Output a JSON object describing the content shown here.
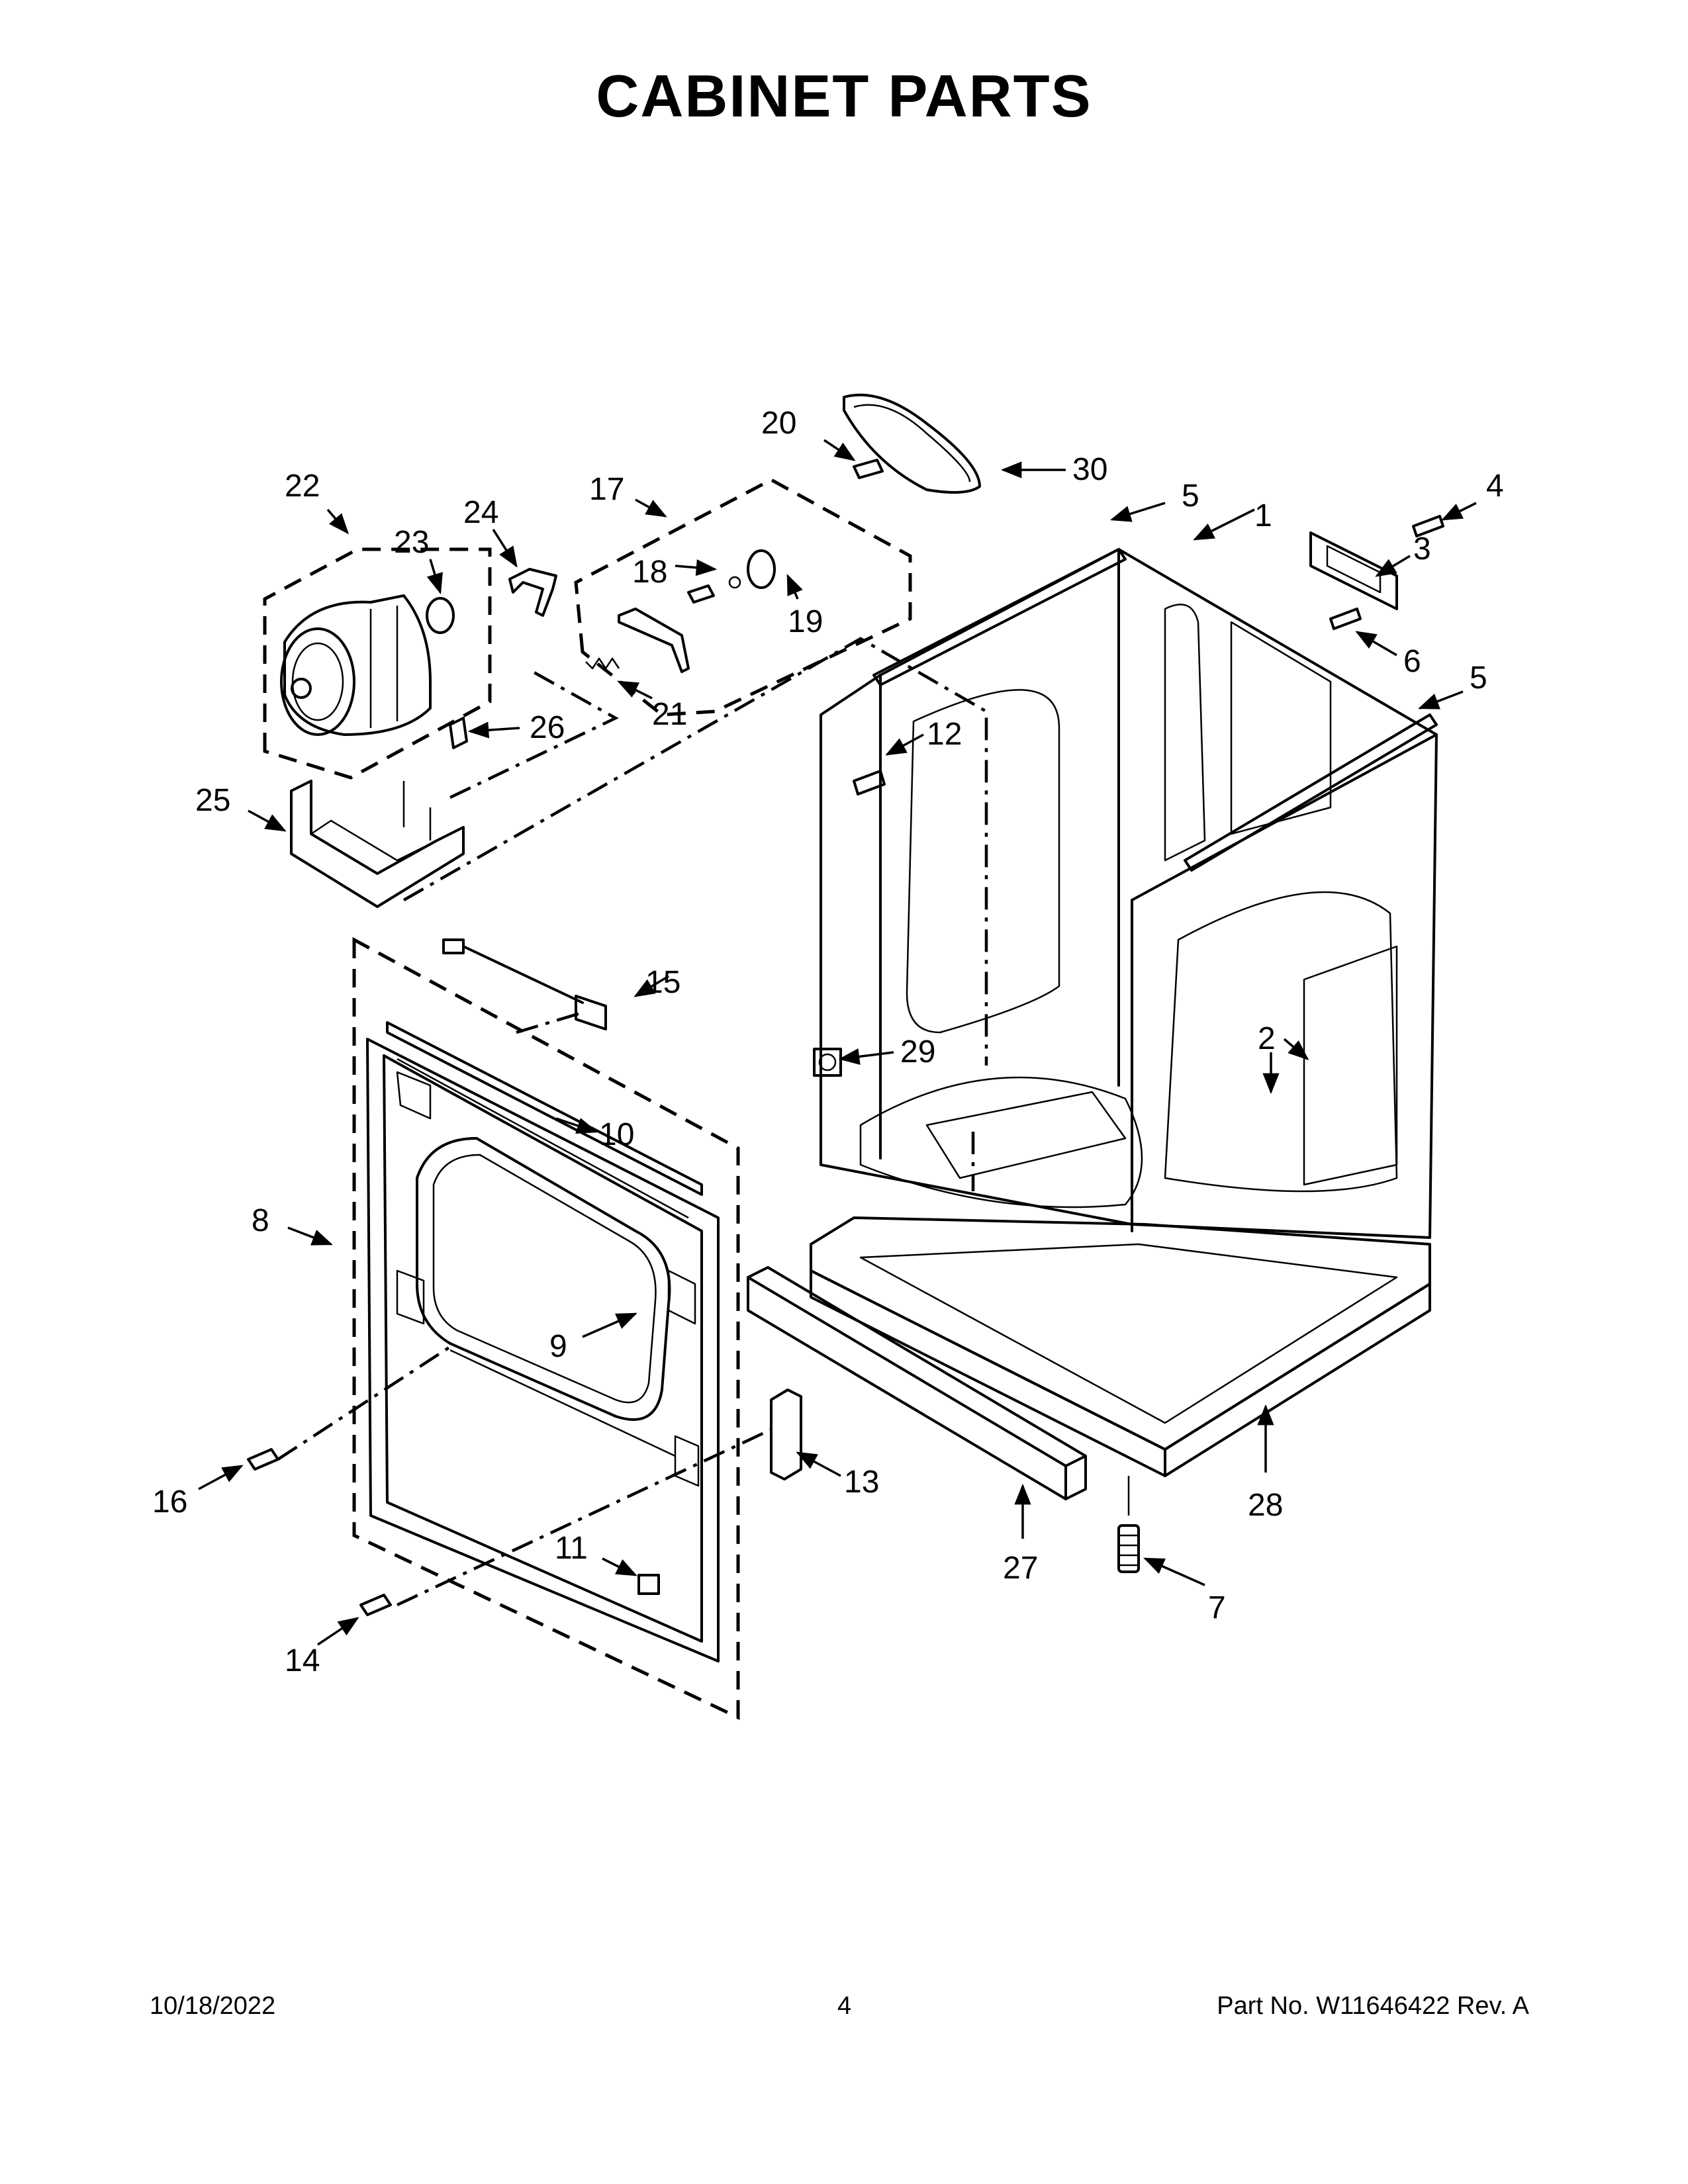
{
  "header": {
    "title": "CABINET PARTS"
  },
  "callouts": [
    {
      "id": "c1",
      "label": "1"
    },
    {
      "id": "c2",
      "label": "2"
    },
    {
      "id": "c3",
      "label": "3"
    },
    {
      "id": "c4",
      "label": "4"
    },
    {
      "id": "c5a",
      "label": "5"
    },
    {
      "id": "c5b",
      "label": "5"
    },
    {
      "id": "c6",
      "label": "6"
    },
    {
      "id": "c7",
      "label": "7"
    },
    {
      "id": "c8",
      "label": "8"
    },
    {
      "id": "c9",
      "label": "9"
    },
    {
      "id": "c10",
      "label": "10"
    },
    {
      "id": "c11",
      "label": "11"
    },
    {
      "id": "c12",
      "label": "12"
    },
    {
      "id": "c13",
      "label": "13"
    },
    {
      "id": "c14",
      "label": "14"
    },
    {
      "id": "c15",
      "label": "15"
    },
    {
      "id": "c16",
      "label": "16"
    },
    {
      "id": "c17",
      "label": "17"
    },
    {
      "id": "c18",
      "label": "18"
    },
    {
      "id": "c19",
      "label": "19"
    },
    {
      "id": "c20",
      "label": "20"
    },
    {
      "id": "c21",
      "label": "21"
    },
    {
      "id": "c22",
      "label": "22"
    },
    {
      "id": "c23",
      "label": "23"
    },
    {
      "id": "c24",
      "label": "24"
    },
    {
      "id": "c25",
      "label": "25"
    },
    {
      "id": "c26",
      "label": "26"
    },
    {
      "id": "c27",
      "label": "27"
    },
    {
      "id": "c28",
      "label": "28"
    },
    {
      "id": "c29",
      "label": "29"
    },
    {
      "id": "c30",
      "label": "30"
    }
  ],
  "footer": {
    "date": "10/18/2022",
    "page": "4",
    "part": "Part No.  W11646422  Rev.  A"
  }
}
